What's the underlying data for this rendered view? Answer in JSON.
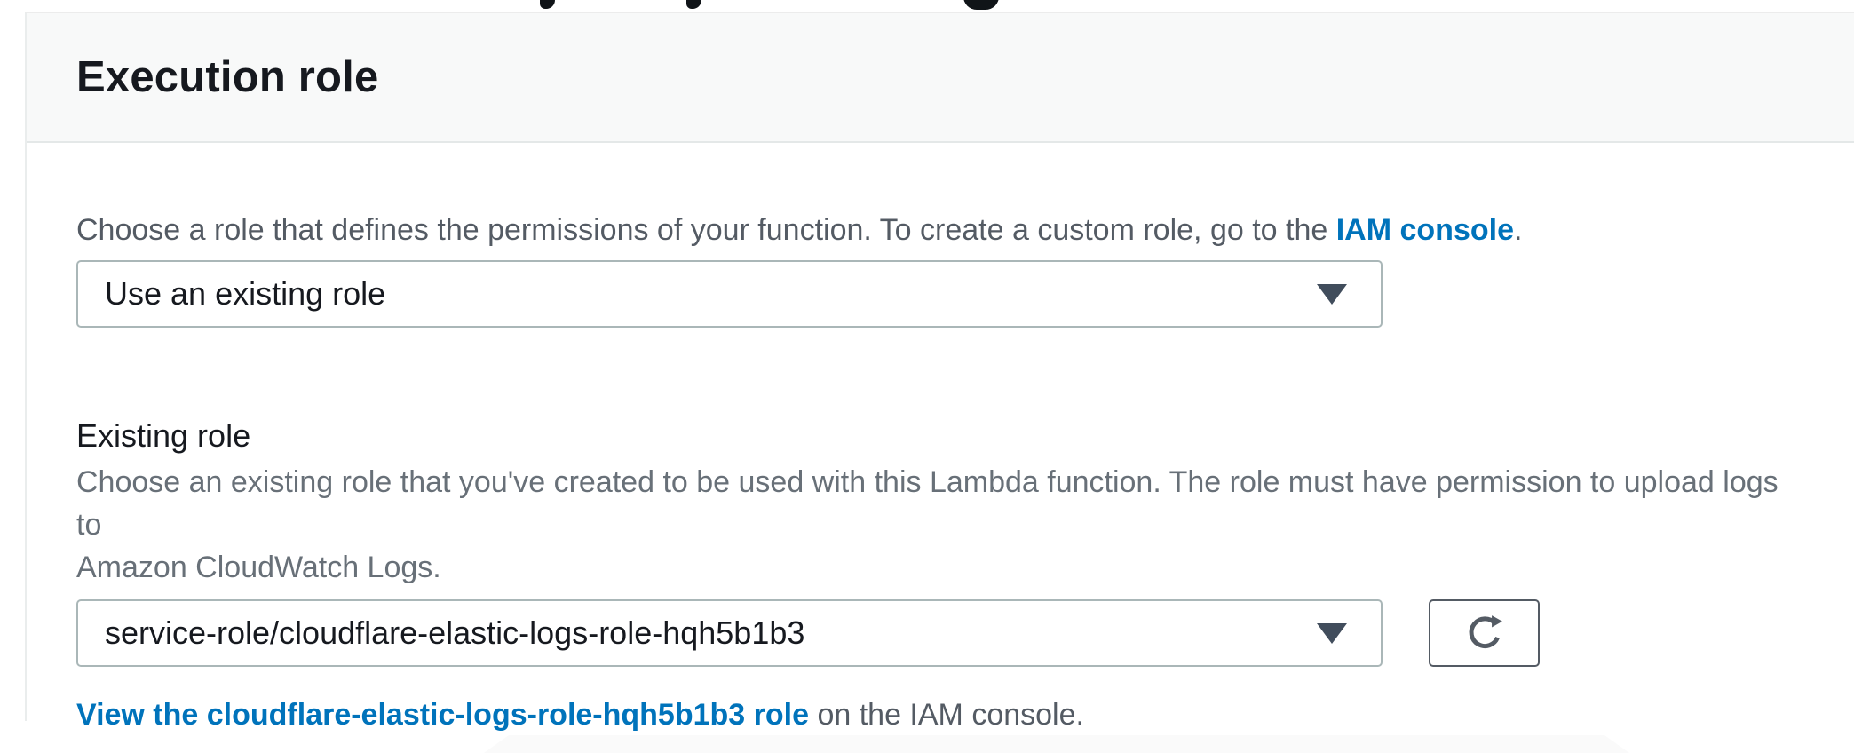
{
  "panel": {
    "title": "Execution role"
  },
  "role_source": {
    "description_prefix": "Choose a role that defines the permissions of your function. To create a custom role, go to the ",
    "description_link": "IAM console",
    "description_suffix": ".",
    "selected_value": "Use an existing role"
  },
  "existing_role": {
    "label": "Existing role",
    "help_line1": "Choose an existing role that you've created to be used with this Lambda function. The role must have permission to upload logs to",
    "help_line2": "Amazon CloudWatch Logs.",
    "selected_value": "service-role/cloudflare-elastic-logs-role-hqh5b1b3",
    "view_link_text": "View the cloudflare-elastic-logs-role-hqh5b1b3 role",
    "view_link_suffix": " on the IAM console."
  },
  "icons": {
    "dropdown_arrow": "dropdown-arrow-icon",
    "refresh": "refresh-icon"
  },
  "colors": {
    "link_blue": "#0073bb",
    "text_primary": "#16191f",
    "text_secondary": "#545b64",
    "text_help": "#687078",
    "select_border": "#aab7b8",
    "button_border": "#545b64",
    "header_background": "#f8f9f9",
    "divider": "#e4e8e8"
  }
}
